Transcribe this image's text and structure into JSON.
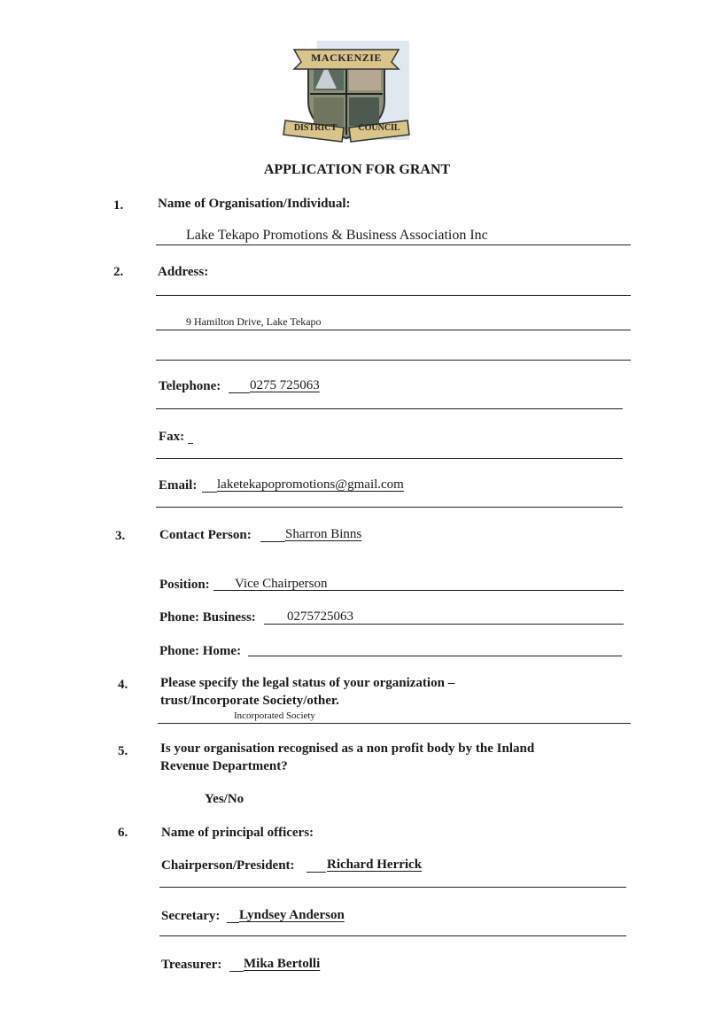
{
  "logo": {
    "top_text": "MACKENZIE",
    "bottom_left": "DISTRICT",
    "bottom_right": "COUNCIL"
  },
  "title": "APPLICATION FOR GRANT",
  "q1": {
    "num": "1.",
    "label": "Name of Organisation/Individual:",
    "value": "Lake Tekapo Promotions & Business Association Inc"
  },
  "q2": {
    "num": "2.",
    "label": "Address:",
    "address_value": "9 Hamilton Drive, Lake Tekapo",
    "telephone_label": "Telephone:",
    "telephone_value": "0275 725063",
    "fax_label": "Fax:",
    "email_label": "Email:",
    "email_value": "laketekapopromotions@gmail.com"
  },
  "q3": {
    "num": "3.",
    "label": "Contact Person:",
    "value": "Sharron Binns",
    "position_label": "Position:",
    "position_value": "Vice Chairperson",
    "phone_business_label": "Phone: Business:",
    "phone_business_value": "0275725063",
    "phone_home_label": "Phone: Home:"
  },
  "q4": {
    "num": "4.",
    "line1": "Please specify the legal status of your organization –",
    "line2": "trust/Incorporate Society/other.",
    "value": "Incorporated Society"
  },
  "q5": {
    "num": "5.",
    "line1": "Is your organisation recognised as a non profit body by the Inland",
    "line2": "Revenue Department?",
    "answer": "Yes/No"
  },
  "q6": {
    "num": "6.",
    "label": "Name of principal officers:",
    "chair_label": "Chairperson/President:",
    "chair_value": "Richard Herrick",
    "secretary_label": "Secretary:",
    "secretary_value": "Lyndsey Anderson",
    "treasurer_label": "Treasurer:",
    "treasurer_value": "Mika Bertolli"
  }
}
